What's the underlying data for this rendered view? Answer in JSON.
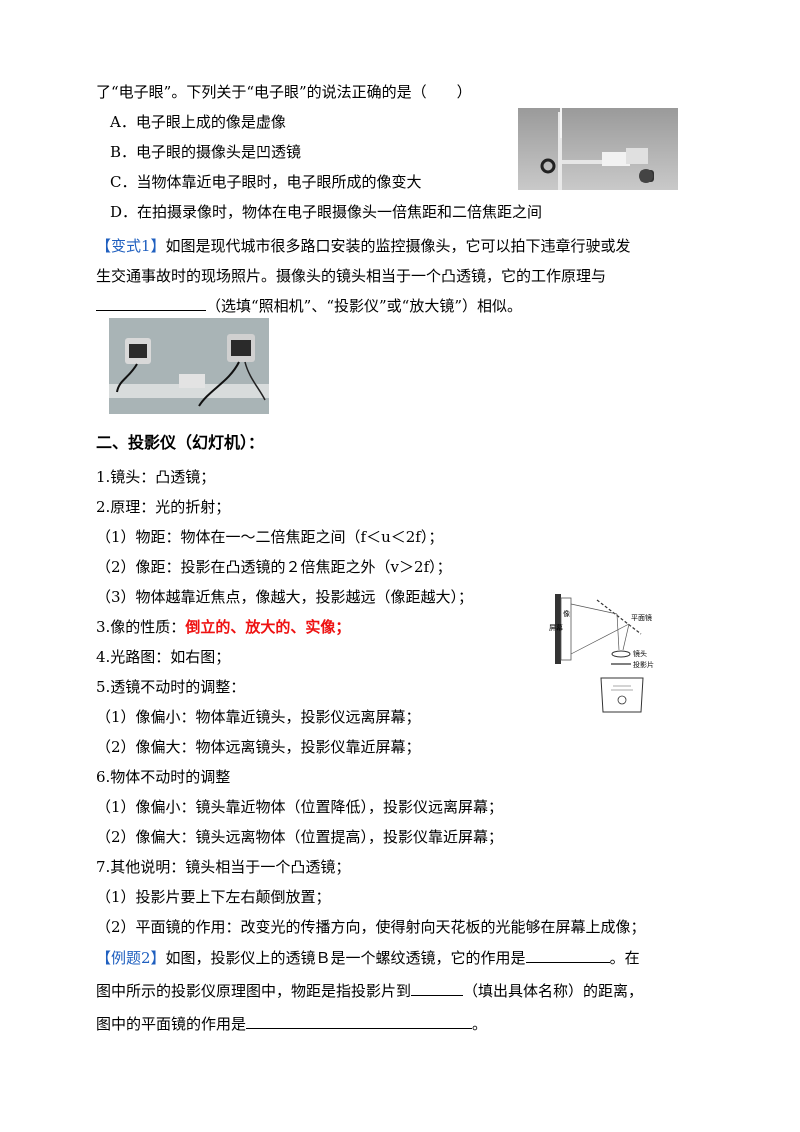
{
  "q1": {
    "stem": "了“电子眼”。下列关于“电子眼”的说法正确的是（　　）",
    "options": [
      "A．电子眼上成的像是虚像",
      "B．电子眼的摄像头是凹透镜",
      "C．当物体靠近电子眼时，电子眼所成的像变大",
      "D．在拍摄录像时，物体在电子眼摄像头一倍焦距和二倍焦距之间"
    ]
  },
  "variant1": {
    "tag": "【变式1】",
    "line1": "如图是现代城市很多路口安装的监控摄像头，它可以拍下违章行驶或发",
    "line2": "生交通事故时的现场照片。摄像头的镜头相当于一个凸透镜，它的工作原理与",
    "line3_after": "（选填“照相机”、“投影仪”或“放大镜”）相似。"
  },
  "section2": {
    "heading": "二、投影仪（幻灯机）：",
    "lines": [
      "1.镜头：凸透镜；",
      "2.原理：光的折射；",
      "（1）物距：物体在一～二倍焦距之间（f＜u＜2f）；",
      "（2）像距：投影在凸透镜的２倍焦距之外（v＞2f）；",
      "（3）物体越靠近焦点，像越大，投影越远（像距越大）；"
    ],
    "nature_label": "3.像的性质：",
    "nature_value": "倒立的、放大的、实像；",
    "lines2": [
      "4.光路图：如右图；",
      "5.透镜不动时的调整：",
      "（1）像偏小：物体靠近镜头，投影仪远离屏幕；",
      "（2）像偏大：物体远离镜头，投影仪靠近屏幕；",
      "6.物体不动时的调整",
      "（1）像偏小：镜头靠近物体（位置降低），投影仪远离屏幕；",
      "（2）像偏大：镜头远离物体（位置提高），投影仪靠近屏幕；",
      "7.其他说明：镜头相当于一个凸透镜；",
      "（1）投影片要上下左右颠倒放置；",
      "（2）平面镜的作用：改变光的传播方向，使得射向天花板的光能够在屏幕上成像；"
    ]
  },
  "example2": {
    "tag": "【例题2】",
    "l1a": "如图，投影仪上的透镜Ｂ是一个螺纹透镜，它的作用是",
    "l1b": "。在",
    "l2a": "图中所示的投影仪原理图中，物距是指投影片到",
    "l2b": "（填出具体名称）的距离，",
    "l3a": "图中的平面镜的作用是",
    "l3b": "。"
  },
  "diagram": {
    "screen": "屏幕",
    "image": "像",
    "mirror": "平面镜",
    "lens": "镜头",
    "slide": "投影片"
  },
  "colors": {
    "tag_blue": "#1f5fbf",
    "highlight_red": "#ee1111"
  }
}
